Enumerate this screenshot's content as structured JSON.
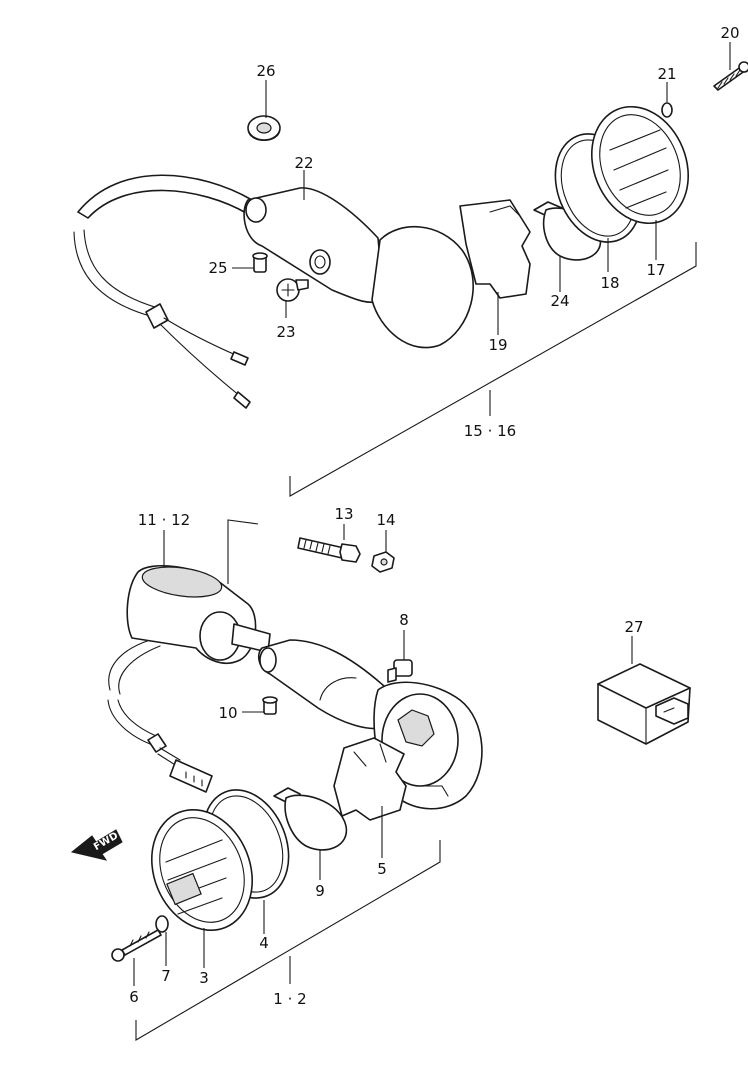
{
  "labels": {
    "p1_2": "1 · 2",
    "p3": "3",
    "p4": "4",
    "p5": "5",
    "p6": "6",
    "p7": "7",
    "p8": "8",
    "p9": "9",
    "p10": "10",
    "p11_12": "11 · 12",
    "p13": "13",
    "p14": "14",
    "p15_16": "15 · 16",
    "p17": "17",
    "p18": "18",
    "p19": "19",
    "p20": "20",
    "p21": "21",
    "p22": "22",
    "p23": "23",
    "p24": "24",
    "p25": "25",
    "p26": "26",
    "p27": "27"
  },
  "direction_indicator": "FWD"
}
